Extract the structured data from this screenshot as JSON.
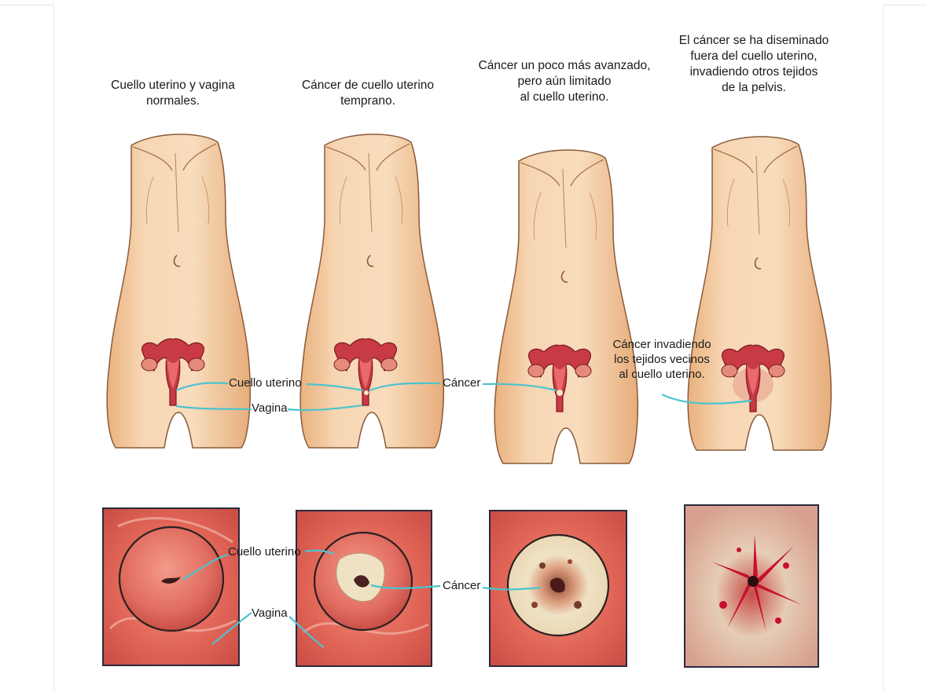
{
  "stage_captions": [
    "Cuello uterino y vagina\nnormales.",
    "Cáncer de cuello uterino\ntemprano.",
    "Cáncer un poco más avanzado,\npero aún limitado\nal cuello uterino.",
    "El cáncer se ha diseminado\nfuera del cuello uterino,\ninvadiendo otros tejidos\nde la pelvis."
  ],
  "labels": {
    "cervix": "Cuello uterino",
    "vagina": "Vagina",
    "cancer": "Cáncer",
    "cancer_invading": "Cáncer invadiendo\nlos tejidos vecinos\nal cuello uterino.",
    "cervix_close": "Cuello uterino",
    "vagina_close": "Vagina",
    "cancer_close": "Cáncer"
  },
  "colors": {
    "skin": "#f3c9a1",
    "skin_shade": "#d9a578",
    "outline": "#8a5a3a",
    "uterus": "#c83a44",
    "leader_line": "#4cc3cf",
    "closeup_bg": "#d9554c",
    "closeup_border": "#2a2a3a",
    "tumor": "#f1e6c8",
    "blood": "#c8102e"
  }
}
